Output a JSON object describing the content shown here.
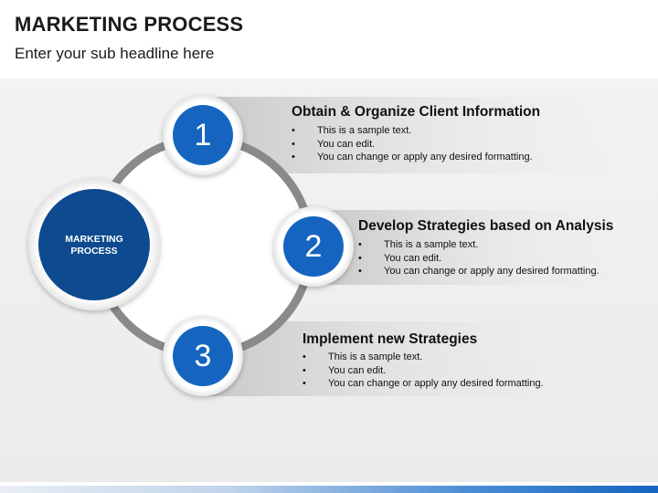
{
  "header": {
    "title": "MARKETING PROCESS",
    "subtitle": "Enter your sub headline here"
  },
  "center": {
    "label_line1": "MARKETING",
    "label_line2": "PROCESS"
  },
  "steps": [
    {
      "number": "1",
      "title": "Obtain & Organize Client Information",
      "bullets": [
        "This is a sample text.",
        "You can edit.",
        "You can change or apply any desired formatting."
      ]
    },
    {
      "number": "2",
      "title": "Develop Strategies based on Analysis",
      "bullets": [
        "This is a sample text.",
        "You can edit.",
        "You can change or apply any desired formatting."
      ]
    },
    {
      "number": "3",
      "title": "Implement new Strategies",
      "bullets": [
        "This is a sample text.",
        "You can edit.",
        "You can change or apply any desired formatting."
      ]
    }
  ],
  "colors": {
    "accent_blue": "#1565c0",
    "dark_blue": "#0d4a8f",
    "ring_gray": "#8a8a8a"
  }
}
